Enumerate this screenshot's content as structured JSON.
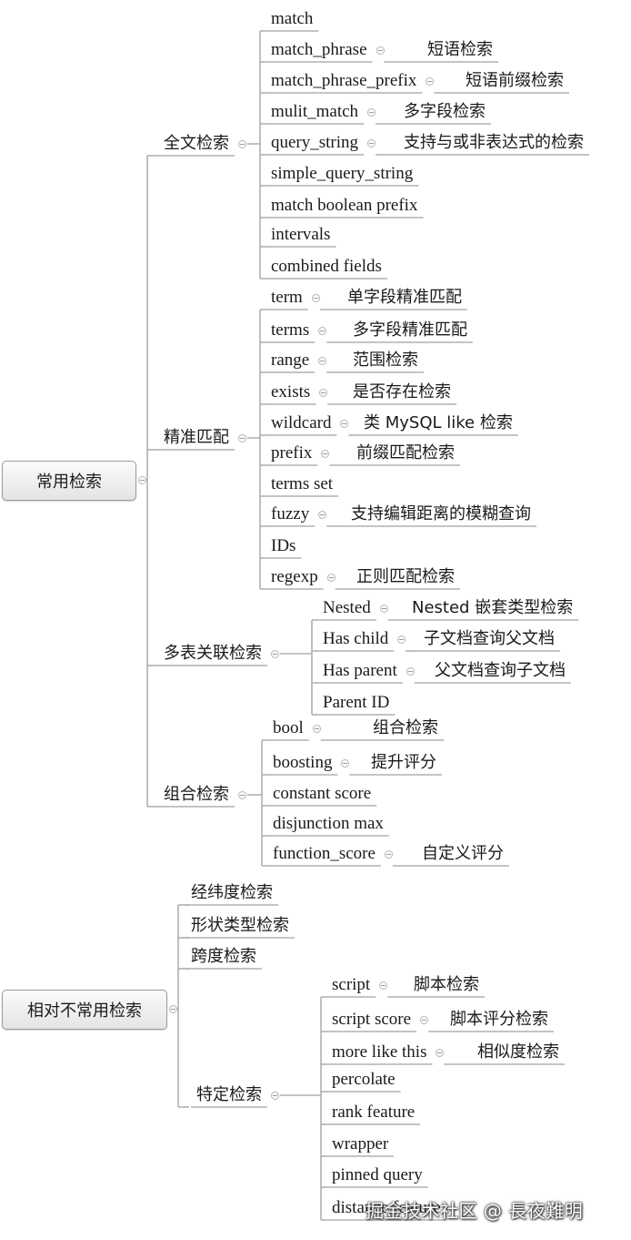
{
  "roots": [
    {
      "id": "r1",
      "label": "常用检索"
    },
    {
      "id": "r2",
      "label": "相对不常用检索"
    }
  ],
  "categories": [
    {
      "id": "c1",
      "label": "全文检索"
    },
    {
      "id": "c2",
      "label": "精准匹配"
    },
    {
      "id": "c3",
      "label": "多表关联检索"
    },
    {
      "id": "c4",
      "label": "组合检索"
    },
    {
      "id": "c5",
      "label": "经纬度检索"
    },
    {
      "id": "c6",
      "label": "形状类型检索"
    },
    {
      "id": "c7",
      "label": "跨度检索"
    },
    {
      "id": "c8",
      "label": "特定检索"
    }
  ],
  "items": [
    {
      "id": "i1",
      "label": "match",
      "note": ""
    },
    {
      "id": "i2",
      "label": "match_phrase",
      "note": "短语检索"
    },
    {
      "id": "i3",
      "label": "match_phrase_prefix",
      "note": "短语前缀检索"
    },
    {
      "id": "i4",
      "label": "mulit_match",
      "note": "多字段检索"
    },
    {
      "id": "i5",
      "label": "query_string",
      "note": "支持与或非表达式的检索"
    },
    {
      "id": "i6",
      "label": "simple_query_string",
      "note": ""
    },
    {
      "id": "i7",
      "label": "match boolean prefix",
      "note": ""
    },
    {
      "id": "i8",
      "label": "intervals",
      "note": ""
    },
    {
      "id": "i9",
      "label": "combined fields",
      "note": ""
    },
    {
      "id": "i10",
      "label": "term",
      "note": "单字段精准匹配"
    },
    {
      "id": "i11",
      "label": "terms",
      "note": "多字段精准匹配"
    },
    {
      "id": "i12",
      "label": "range",
      "note": "范围检索"
    },
    {
      "id": "i13",
      "label": "exists",
      "note": "是否存在检索"
    },
    {
      "id": "i14",
      "label": "wildcard",
      "note": "类 MySQL like 检索"
    },
    {
      "id": "i15",
      "label": "prefix",
      "note": "前缀匹配检索"
    },
    {
      "id": "i16",
      "label": "terms set",
      "note": ""
    },
    {
      "id": "i17",
      "label": "fuzzy",
      "note": "支持编辑距离的模糊查询"
    },
    {
      "id": "i18",
      "label": "IDs",
      "note": ""
    },
    {
      "id": "i19",
      "label": "regexp",
      "note": "正则匹配检索"
    },
    {
      "id": "i20",
      "label": "Nested",
      "note": "Nested 嵌套类型检索"
    },
    {
      "id": "i21",
      "label": "Has child",
      "note": "子文档查询父文档"
    },
    {
      "id": "i22",
      "label": "Has parent",
      "note": "父文档查询子文档"
    },
    {
      "id": "i23",
      "label": "Parent ID",
      "note": ""
    },
    {
      "id": "i24",
      "label": "bool",
      "note": "组合检索"
    },
    {
      "id": "i25",
      "label": "boosting",
      "note": "提升评分"
    },
    {
      "id": "i26",
      "label": "constant score",
      "note": ""
    },
    {
      "id": "i27",
      "label": "disjunction max",
      "note": ""
    },
    {
      "id": "i28",
      "label": "function_score",
      "note": "自定义评分"
    },
    {
      "id": "i29",
      "label": "script",
      "note": "脚本检索"
    },
    {
      "id": "i30",
      "label": "script score",
      "note": "脚本评分检索"
    },
    {
      "id": "i31",
      "label": "more like this",
      "note": "相似度检索"
    },
    {
      "id": "i32",
      "label": "percolate",
      "note": ""
    },
    {
      "id": "i33",
      "label": "rank feature",
      "note": ""
    },
    {
      "id": "i34",
      "label": "wrapper",
      "note": ""
    },
    {
      "id": "i35",
      "label": "pinned query",
      "note": ""
    },
    {
      "id": "i36",
      "label": "distance feature",
      "note": ""
    }
  ],
  "watermark": "掘金技术社区 @ 長夜難明",
  "colors": {
    "line": "#b0b0b0",
    "text": "#1a1a1a",
    "root_border": "#9a9a9a"
  }
}
